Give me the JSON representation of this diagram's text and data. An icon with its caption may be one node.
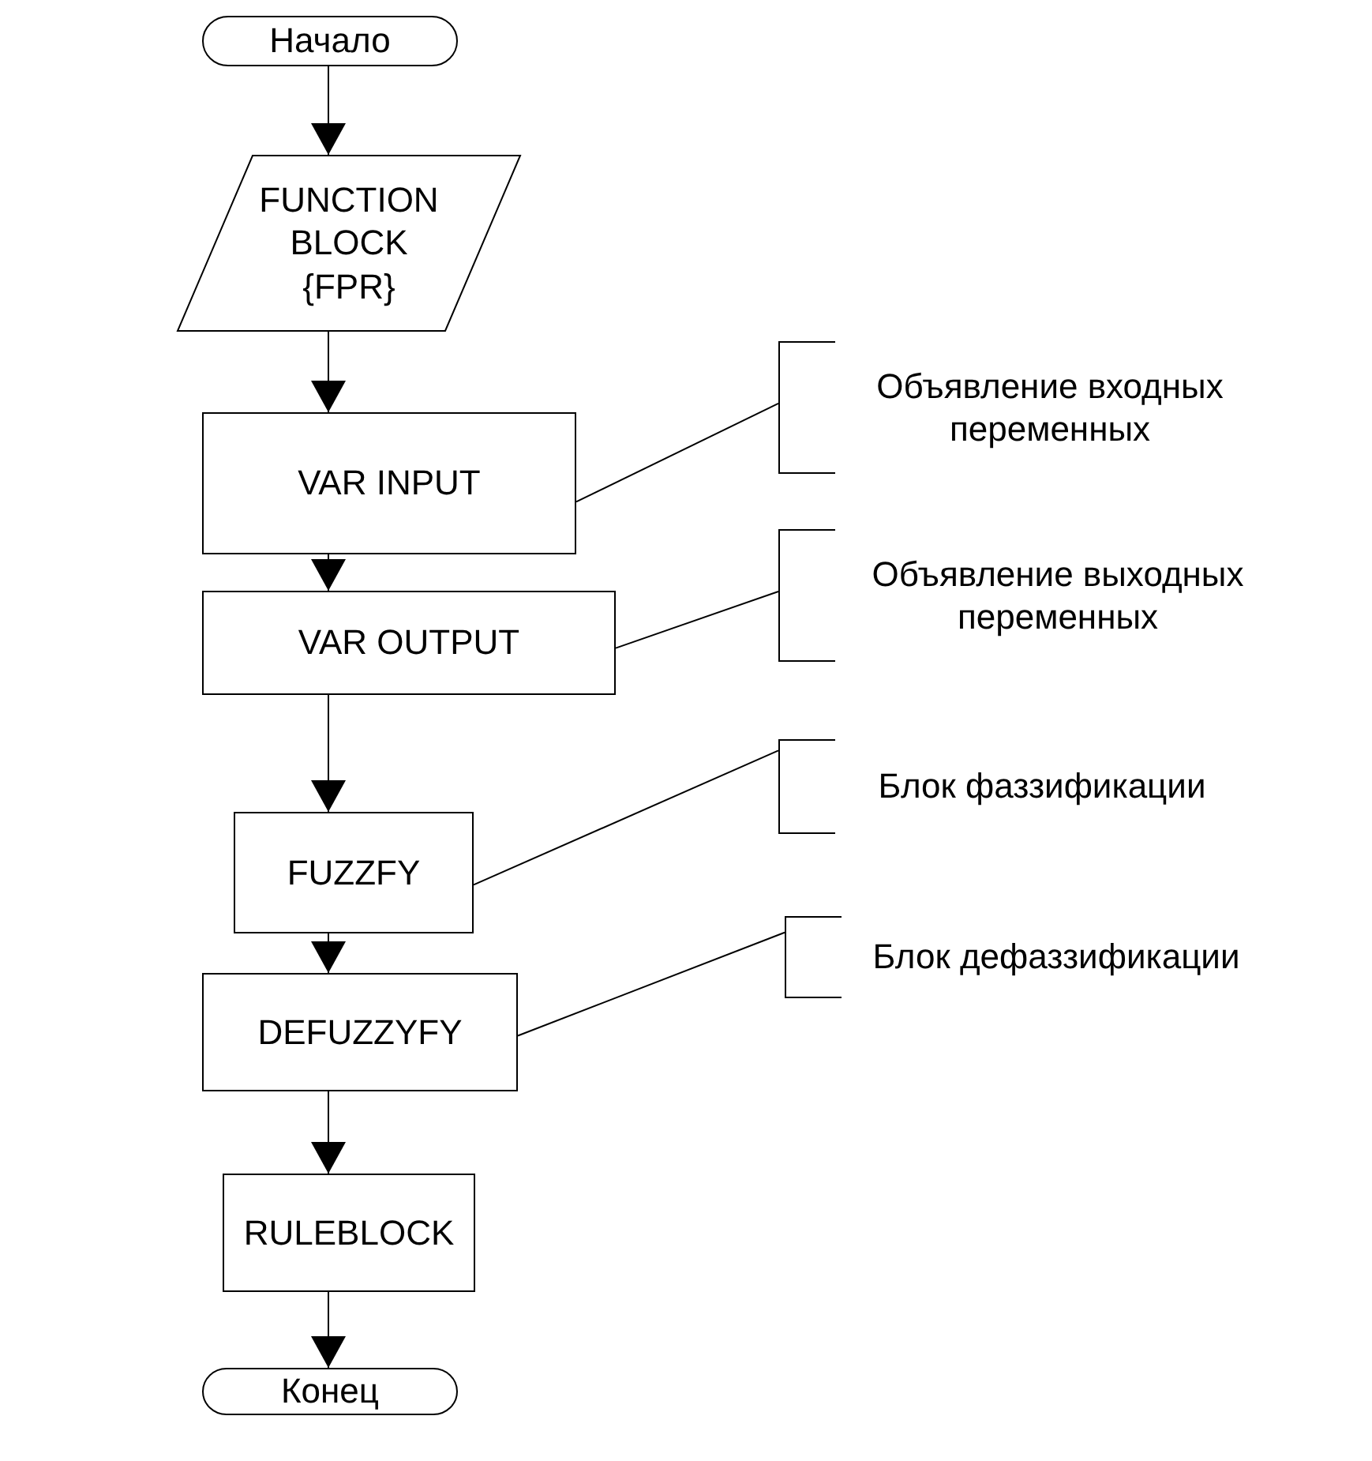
{
  "diagram": {
    "nodes": [
      {
        "text": [
          "Начало"
        ]
      },
      {
        "text": [
          "FUNCTION BLOCK {FPR}"
        ]
      },
      {
        "text": [
          "VAR INPUT"
        ]
      },
      {
        "text": [
          "VAR OUTPUT"
        ]
      },
      {
        "text": [
          "FUZZFY"
        ]
      },
      {
        "text": [
          "DEFUZZYFY"
        ]
      },
      {
        "text": [
          "RULEBLOCK"
        ]
      },
      {
        "text": [
          "Конец"
        ]
      },
      {
        "text": [
          "Объявление входных переменных"
        ]
      },
      {
        "text": [
          "Объявление выходных переменных"
        ]
      },
      {
        "text": [
          "Блок фаззификации"
        ]
      },
      {
        "text": [
          "Блок дефаззификации"
        ]
      }
    ],
    "edges": [
      {
        "from": 0,
        "to": 1,
        "arrow": "to"
      },
      {
        "from": 1,
        "to": 2,
        "arrow": "to"
      },
      {
        "from": 2,
        "to": 3,
        "arrow": "to"
      },
      {
        "from": 3,
        "to": 4,
        "arrow": "to"
      },
      {
        "from": 4,
        "to": 5,
        "arrow": "to"
      },
      {
        "from": 5,
        "to": 6,
        "arrow": "to"
      },
      {
        "from": 6,
        "to": 7,
        "arrow": "to"
      },
      {
        "from": 8,
        "to": 2,
        "arrow": "none"
      },
      {
        "from": 9,
        "to": 3,
        "arrow": "none"
      },
      {
        "from": 10,
        "to": 4,
        "arrow": "none"
      },
      {
        "from": 11,
        "to": 5,
        "arrow": "none"
      }
    ]
  }
}
